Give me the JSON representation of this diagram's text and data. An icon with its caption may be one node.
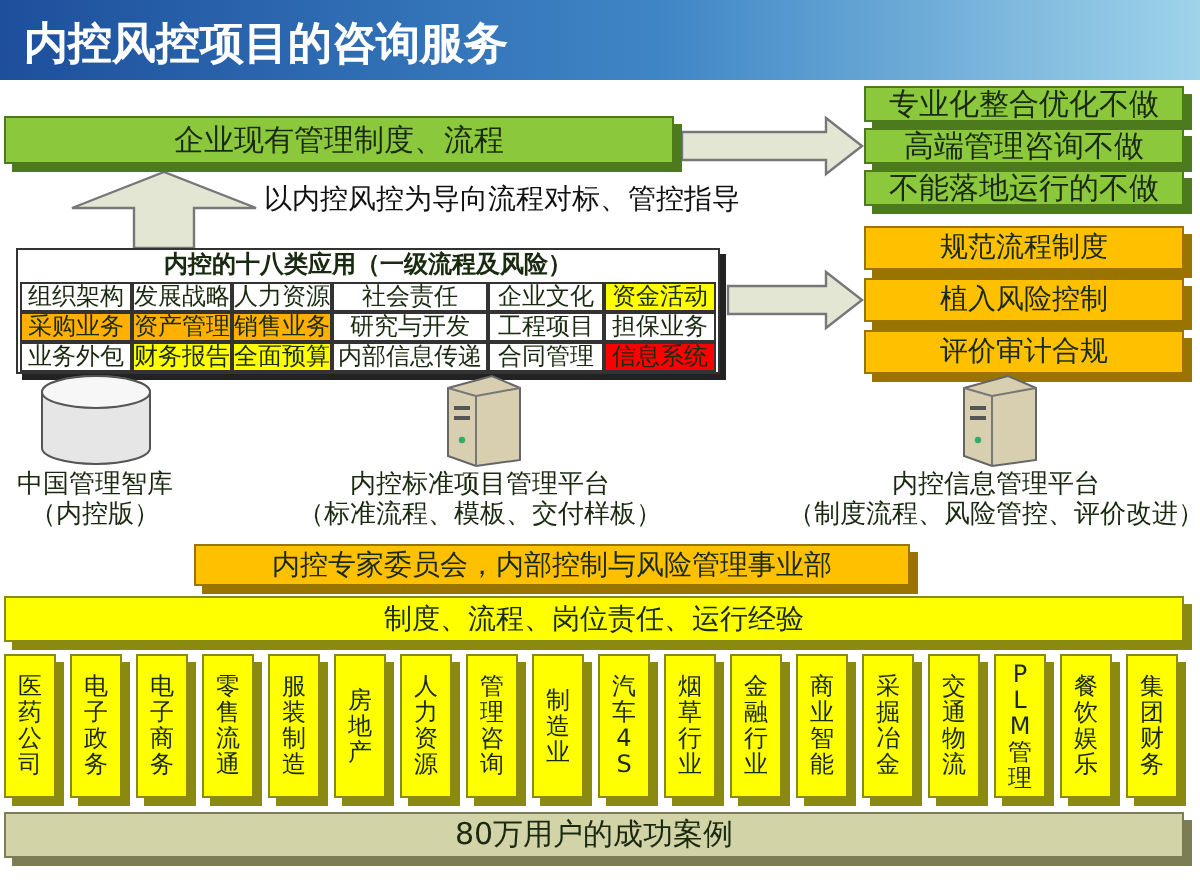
{
  "diagram": {
    "title": "内控风控项目的咨询服务",
    "nodes": [
      {
        "text": [
          "企业现有管理制度、流程"
        ]
      },
      {
        "text": [
          "专业化整合优化不做"
        ]
      },
      {
        "text": [
          "高端管理咨询不做"
        ]
      },
      {
        "text": [
          "不能落地运行的不做"
        ]
      },
      {
        "text": [
          "内控的十八类应用（一级流程及风险）"
        ]
      },
      {
        "text": [
          "组织架构"
        ],
        "in": 4
      },
      {
        "text": [
          "发展战略"
        ],
        "in": 4
      },
      {
        "text": [
          "人力资源"
        ],
        "in": 4
      },
      {
        "text": [
          "社会责任"
        ],
        "in": 4
      },
      {
        "text": [
          "企业文化"
        ],
        "in": 4
      },
      {
        "text": [
          "资金活动"
        ],
        "in": 4
      },
      {
        "text": [
          "采购业务"
        ],
        "in": 4
      },
      {
        "text": [
          "资产管理"
        ],
        "in": 4
      },
      {
        "text": [
          "销售业务"
        ],
        "in": 4
      },
      {
        "text": [
          "研究与开发"
        ],
        "in": 4
      },
      {
        "text": [
          "工程项目"
        ],
        "in": 4
      },
      {
        "text": [
          "担保业务"
        ],
        "in": 4
      },
      {
        "text": [
          "业务外包"
        ],
        "in": 4
      },
      {
        "text": [
          "财务报告"
        ],
        "in": 4
      },
      {
        "text": [
          "全面预算"
        ],
        "in": 4
      },
      {
        "text": [
          "内部信息传递"
        ],
        "in": 4
      },
      {
        "text": [
          "合同管理"
        ],
        "in": 4
      },
      {
        "text": [
          "信息系统"
        ],
        "in": 4
      },
      {
        "text": [
          "规范流程制度"
        ]
      },
      {
        "text": [
          "植入风险控制"
        ]
      },
      {
        "text": [
          "评价审计合规"
        ]
      },
      {
        "text": [
          "中国管理智库",
          "（内控版）"
        ]
      },
      {
        "text": [
          "内控标准项目管理平台",
          "（标准流程、模板、交付样板）"
        ]
      },
      {
        "text": [
          "内控信息管理平台",
          "（制度流程、风险管控、评价改进）"
        ]
      },
      {
        "text": [
          "内控专家委员会，内部控制与风险管理事业部"
        ]
      },
      {
        "text": [
          "制度、流程、岗位责任、运行经验"
        ]
      },
      {
        "text": [
          "医药公司"
        ]
      },
      {
        "text": [
          "电子政务"
        ]
      },
      {
        "text": [
          "电子商务"
        ]
      },
      {
        "text": [
          "零售流通"
        ]
      },
      {
        "text": [
          "服装制造"
        ]
      },
      {
        "text": [
          "房地产"
        ]
      },
      {
        "text": [
          "人力资源"
        ]
      },
      {
        "text": [
          "管理咨询"
        ]
      },
      {
        "text": [
          "制造业"
        ]
      },
      {
        "text": [
          "汽车4S"
        ]
      },
      {
        "text": [
          "烟草行业"
        ]
      },
      {
        "text": [
          "金融行业"
        ]
      },
      {
        "text": [
          "商业智能"
        ]
      },
      {
        "text": [
          "采掘冶金"
        ]
      },
      {
        "text": [
          "交通物流"
        ]
      },
      {
        "text": [
          "PLM管理"
        ]
      },
      {
        "text": [
          "餐饮娱乐"
        ]
      },
      {
        "text": [
          "集团财务"
        ]
      },
      {
        "text": [
          "80万用户的成功案例"
        ]
      }
    ],
    "edges": [
      {
        "from": 4,
        "to": 0,
        "arrow": "to",
        "label": "以内控风控为导向流程对标、管控指导"
      },
      {
        "from": 0,
        "to": 2,
        "arrow": "to"
      },
      {
        "from": 4,
        "to": 24,
        "arrow": "to"
      }
    ]
  }
}
